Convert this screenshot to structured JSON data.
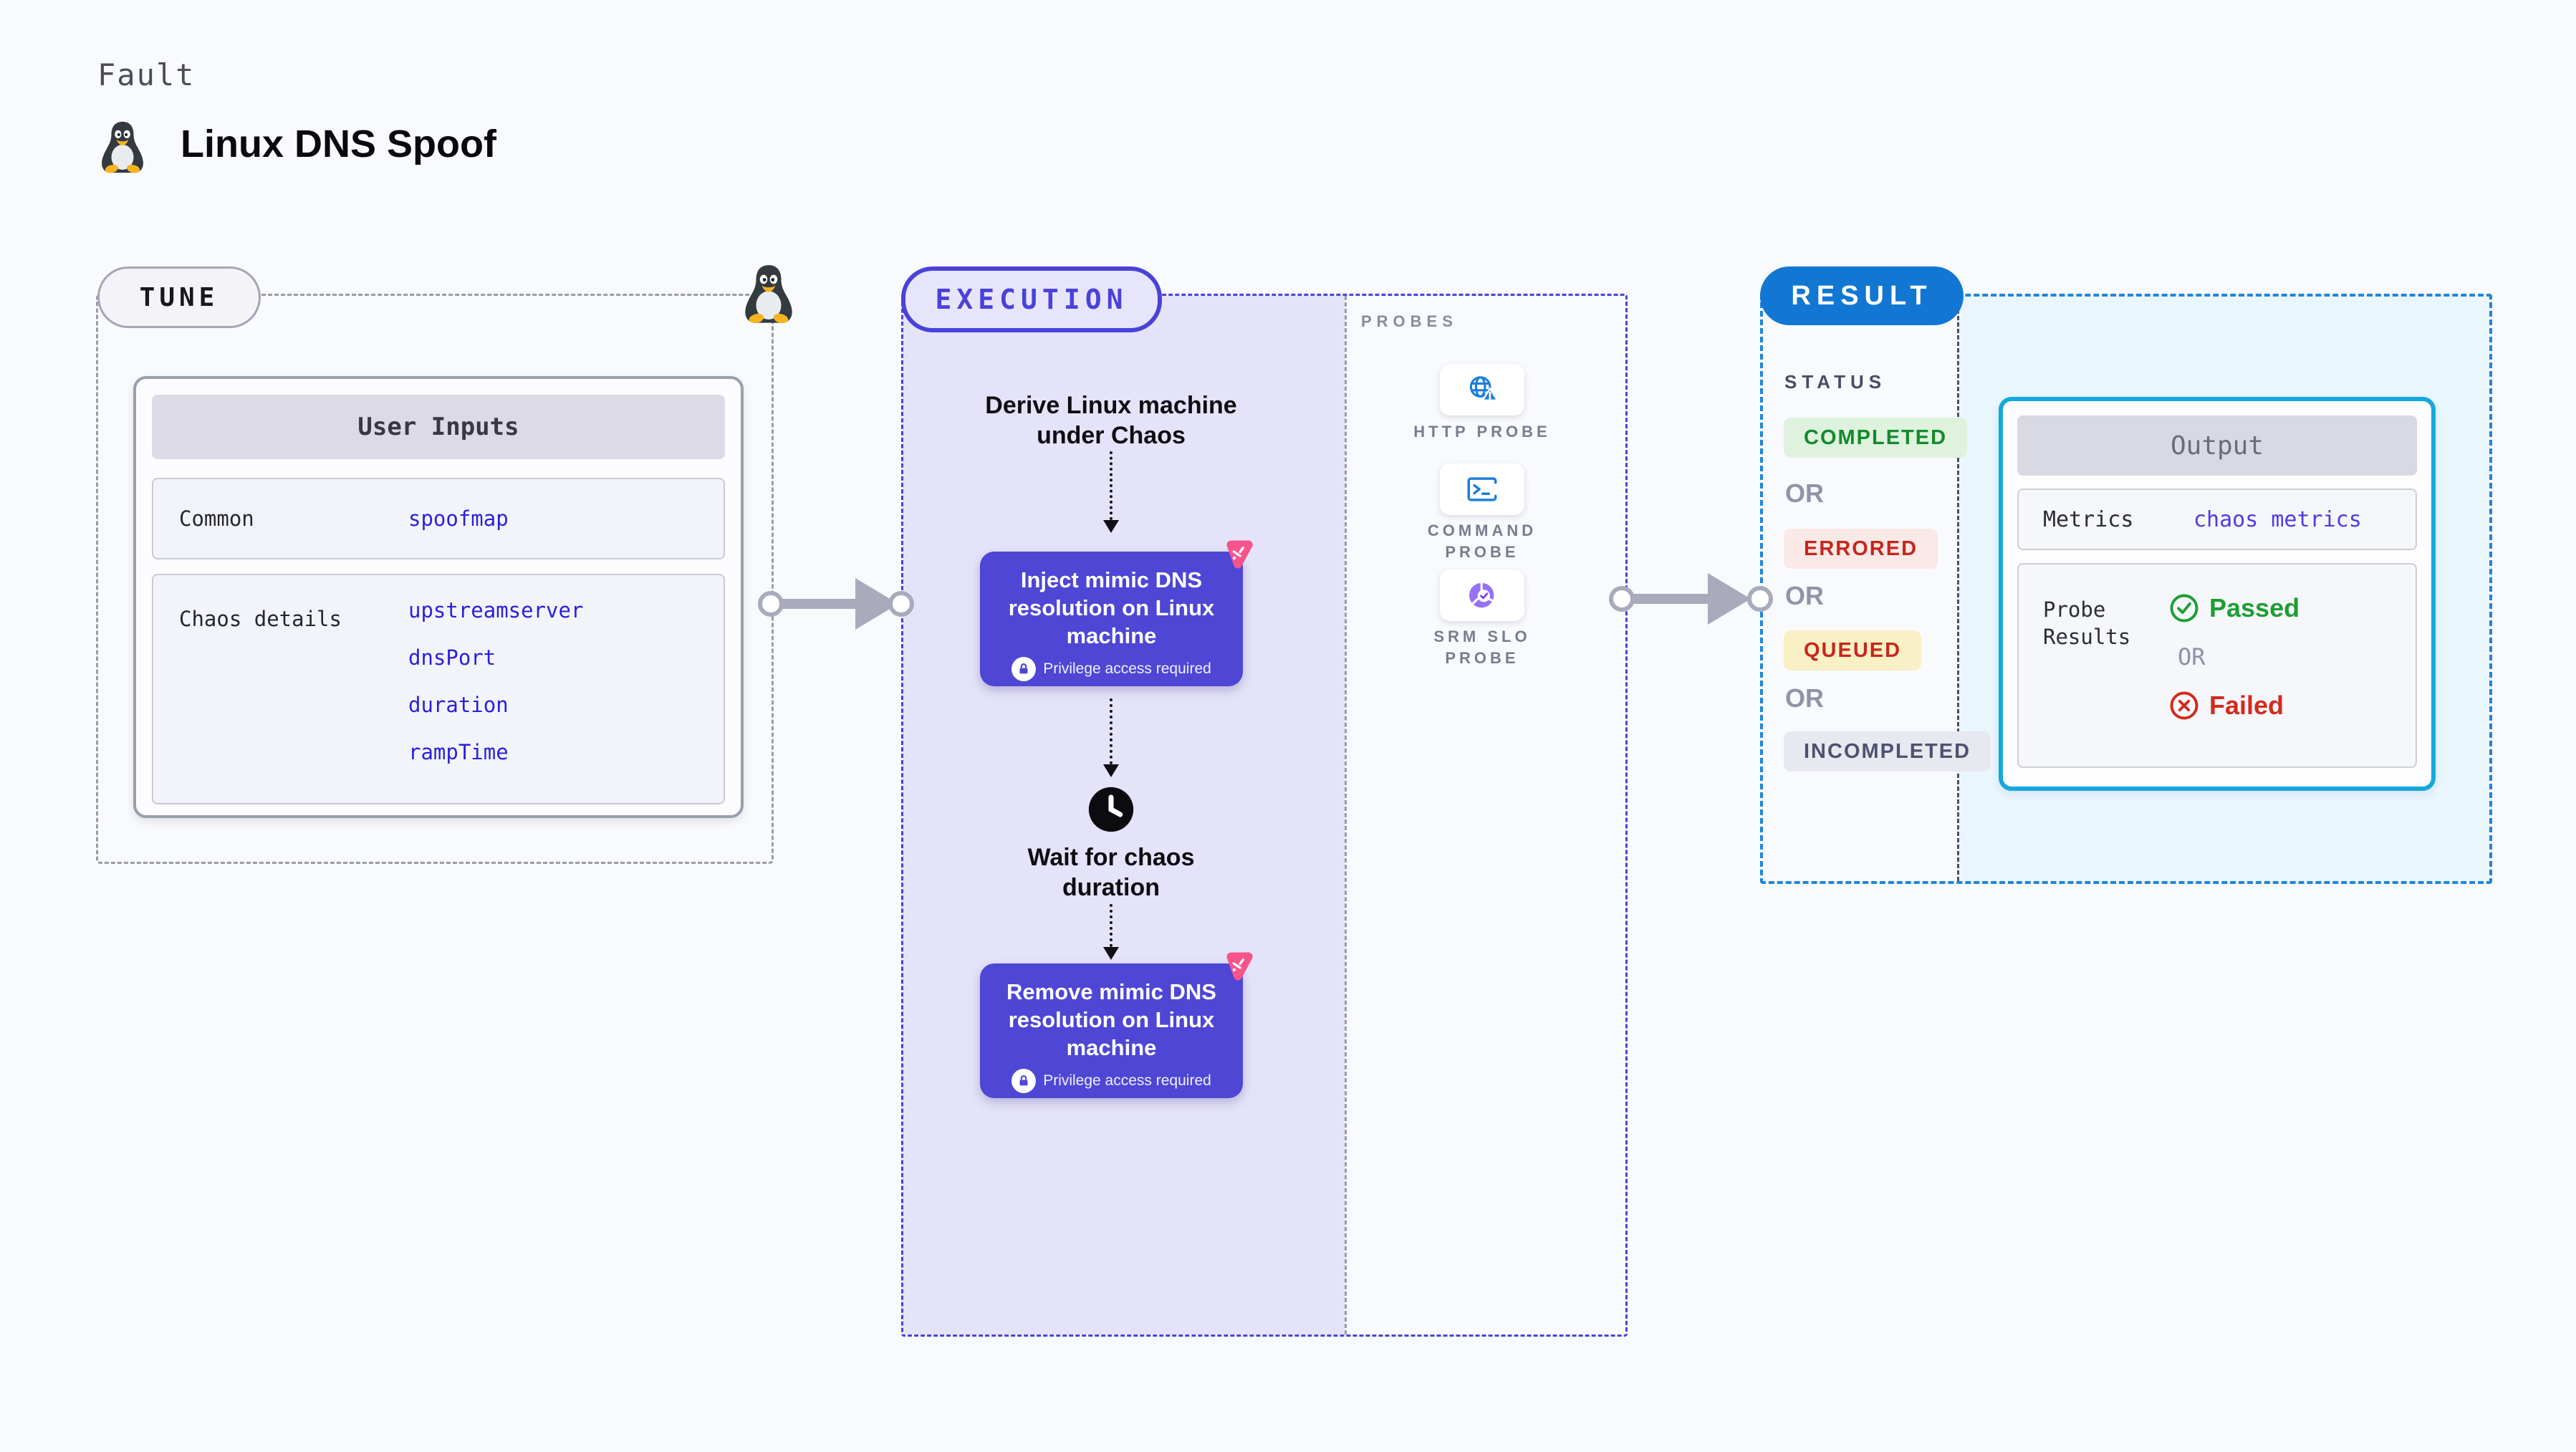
{
  "header": {
    "kicker": "Fault",
    "title": "Linux DNS Spoof"
  },
  "tune": {
    "badge": "TUNE",
    "card": {
      "title": "User Inputs",
      "rows": [
        {
          "label": "Common",
          "values": [
            "spoofmap"
          ]
        },
        {
          "label": "Chaos details",
          "values": [
            "upstreamserver",
            "dnsPort",
            "duration",
            "rampTime"
          ]
        }
      ]
    }
  },
  "execution": {
    "badge": "EXECUTION",
    "derive_label": "Derive Linux machine under Chaos",
    "inject_label": "Inject mimic DNS resolution on Linux machine",
    "privilege_note": "Privilege access required",
    "wait_label": "Wait for chaos duration",
    "remove_label": "Remove mimic DNS resolution on Linux machine"
  },
  "probes": {
    "title": "PROBES",
    "items": [
      {
        "label": "HTTP PROBE",
        "icon": "http-probe-icon"
      },
      {
        "label": "COMMAND PROBE",
        "icon": "command-probe-icon"
      },
      {
        "label": "SRM SLO PROBE",
        "icon": "srm-slo-probe-icon"
      }
    ]
  },
  "result": {
    "badge": "RESULT",
    "status_title": "STATUS",
    "or_label": "OR",
    "statuses": [
      {
        "label": "COMPLETED",
        "kind": "completed"
      },
      {
        "label": "ERRORED",
        "kind": "errored"
      },
      {
        "label": "QUEUED",
        "kind": "queued"
      },
      {
        "label": "INCOMPLETED",
        "kind": "incompleted"
      }
    ],
    "output": {
      "title": "Output",
      "metrics_label": "Metrics",
      "metrics_value": "chaos metrics",
      "probe_results_label": "Probe Results",
      "passed_label": "Passed",
      "or_label": "OR",
      "failed_label": "Failed"
    }
  },
  "colors": {
    "accent_indigo": "#4a42d8",
    "node_purple": "#4e46d4",
    "code_blue": "#2b1fdb",
    "result_blue": "#1277d2",
    "output_border": "#15a8dd",
    "chaos_pink": "#f8538a",
    "passed_green": "#1d9e33",
    "failed_red": "#d42a1c"
  }
}
